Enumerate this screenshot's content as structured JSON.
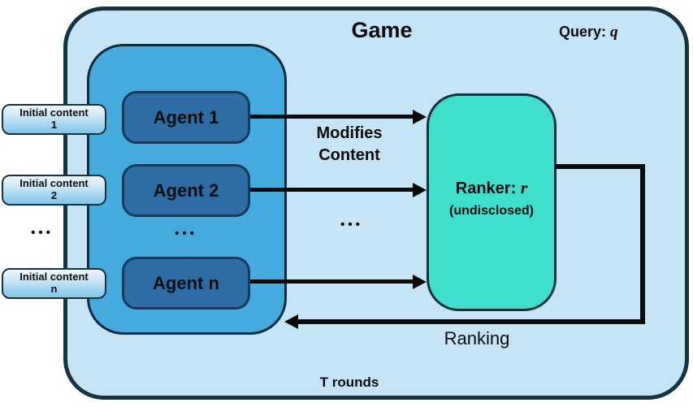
{
  "diagram": {
    "title": "Game",
    "query_label": "Query:",
    "query_symbol": "q",
    "rounds_label": "T rounds"
  },
  "initial_contents": {
    "ellipsis": "•••",
    "items": [
      {
        "line1": "Initial content",
        "line2": "1"
      },
      {
        "line1": "Initial content",
        "line2": "2"
      },
      {
        "line1": "Initial content",
        "line2": "n"
      }
    ]
  },
  "agents": {
    "ellipsis": "•••",
    "items": [
      {
        "label": "Agent 1"
      },
      {
        "label": "Agent 2"
      },
      {
        "label": "Agent n"
      }
    ]
  },
  "flows": {
    "modifies_line1": "Modifies",
    "modifies_line2": "Content",
    "ellipsis": "•••",
    "ranking_label": "Ranking"
  },
  "ranker": {
    "label": "Ranker:",
    "symbol": "r",
    "sublabel": "(undisclosed)"
  },
  "colors": {
    "game_fill": "#c5e4f5",
    "game_border": "#16333f",
    "agents_fill": "#45abdf",
    "agent_box_fill": "#2d6ca4",
    "ranker_fill": "#3fdecd",
    "initial_box_fill_top": "#eef8fd",
    "initial_box_fill_bottom": "#82c5e9",
    "arrow": "#0a0a0a"
  }
}
